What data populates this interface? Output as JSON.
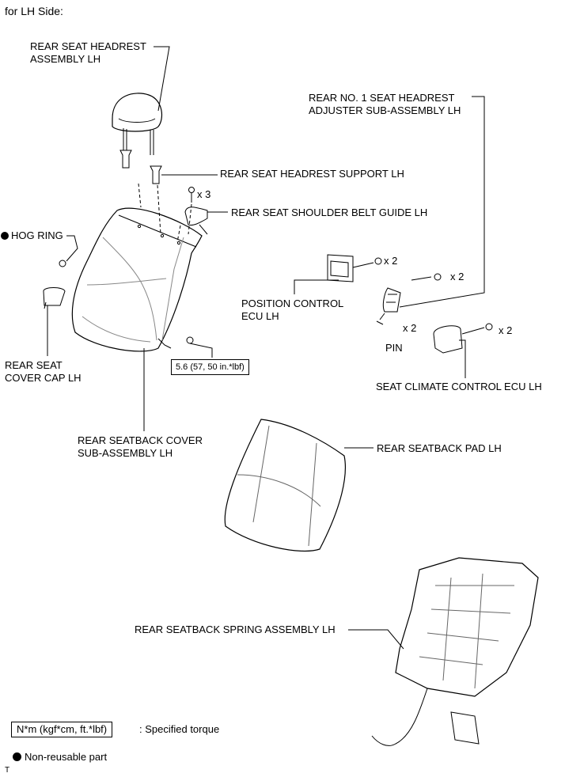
{
  "header": {
    "title": "for LH Side:"
  },
  "labels": {
    "headrest": "REAR SEAT HEADREST\nASSEMBLY LH",
    "headrest_adjuster": "REAR NO. 1 SEAT HEADREST\nADJUSTER SUB-ASSEMBLY LH",
    "headrest_support": "REAR SEAT HEADREST SUPPORT LH",
    "screw_qty": "x 3",
    "belt_guide": "REAR SEAT SHOULDER BELT GUIDE LH",
    "hog_ring": "HOG RING",
    "position_ecu": "POSITION CONTROL\nECU LH",
    "nut_qty_1": "x 2",
    "bolt_qty_1": "x 2",
    "pin_qty": "x 2",
    "pin": "PIN",
    "nut_qty_2": "x 2",
    "cover_cap": "REAR SEAT\nCOVER CAP LH",
    "climate_ecu": "SEAT CLIMATE CONTROL ECU LH",
    "seatback_cover": "REAR SEATBACK COVER\nSUB-ASSEMBLY LH",
    "seatback_pad": "REAR SEATBACK PAD LH",
    "spring_assembly": "REAR SEATBACK SPRING ASSEMBLY LH"
  },
  "torque": {
    "value": "5.6 (57, 50 in.*lbf)"
  },
  "legend": {
    "torque_box": "N*m (kgf*cm, ft.*lbf)",
    "torque_text": ": Specified torque",
    "non_reusable": "Non-reusable part"
  },
  "footer": {
    "code": "T"
  }
}
